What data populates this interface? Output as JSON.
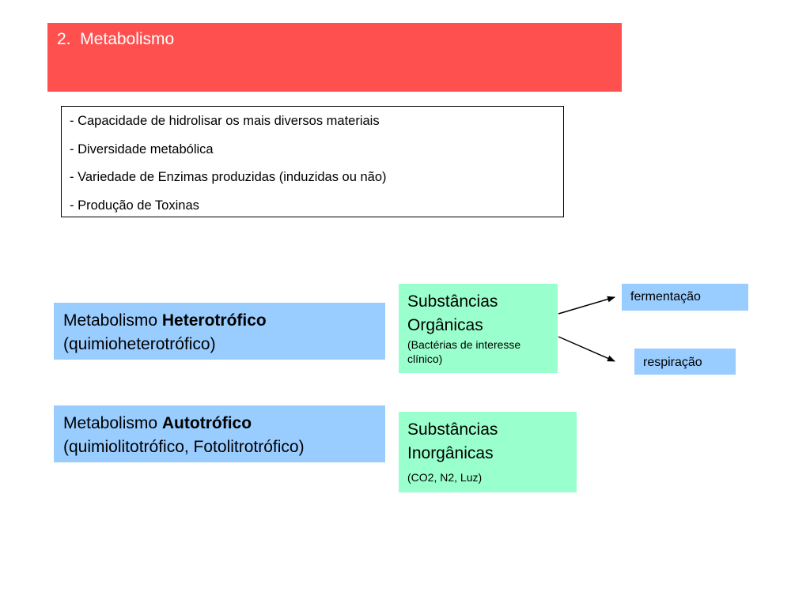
{
  "title": {
    "text": "2.  Metabolismo"
  },
  "bullets": [
    "- Capacidade de hidrolisar os mais diversos materiais",
    "- Diversidade metabólica",
    "- Variedade de Enzimas produzidas (induzidas ou não)",
    "- Produção de Toxinas"
  ],
  "heterotrofico": {
    "prefix": "Metabolismo ",
    "bold": "Heterotrófico",
    "line2": "(quimioheterotrófico)"
  },
  "autotrofico": {
    "prefix": "Metabolismo ",
    "bold": "Autotrófico",
    "line2": "(quimiolitotrófico, Fotolitrotrófico)"
  },
  "organicas": {
    "line1": "Substâncias",
    "line2": "Orgânicas",
    "sub1": "(Bactérias de interesse",
    "sub2": "clínico)"
  },
  "inorganicas": {
    "line1": "Substâncias",
    "line2": "Inorgânicas",
    "sub": "(CO2, N2, Luz)"
  },
  "fermentacao": "fermentação",
  "respiracao": "respiração",
  "colors": {
    "title_bg": "#ff5050",
    "blue_box": "#99ccff",
    "green_box": "#99ffcc"
  }
}
